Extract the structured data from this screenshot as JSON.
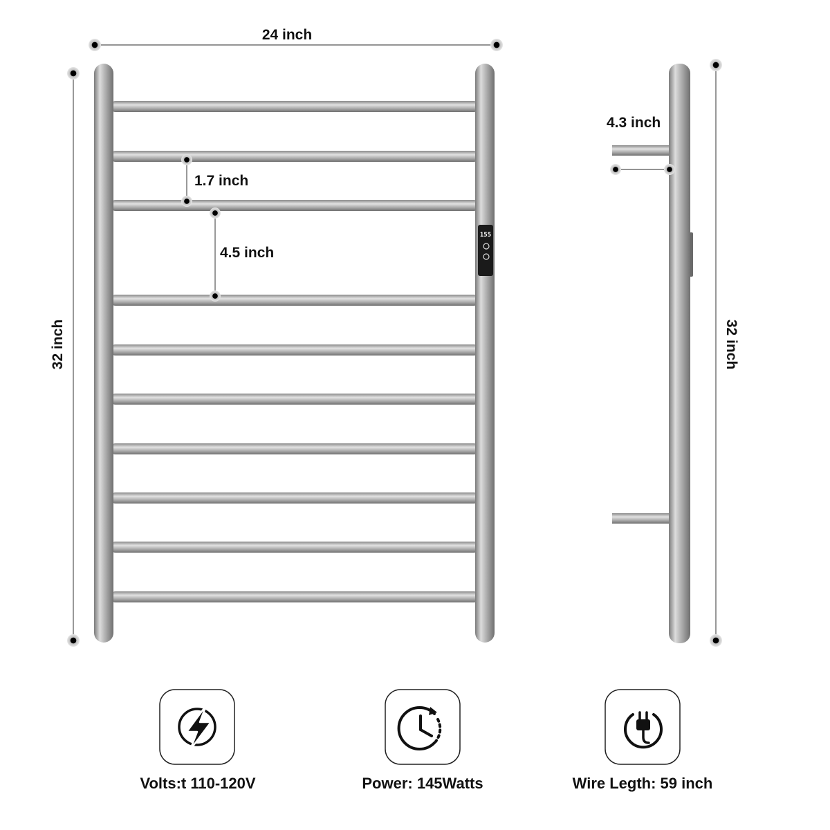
{
  "front_view": {
    "width_label": "24 inch",
    "height_label": "32 inch",
    "bar_gap_label": "1.7 inch",
    "bar_spacing_label": "4.5 inch",
    "bar_count": 10,
    "display_readout": "155"
  },
  "side_view": {
    "depth_label": "4.3 inch",
    "height_label": "32 inch"
  },
  "features": [
    {
      "icon": "lightning-bolt-icon",
      "label": "Volts:t 110-120V"
    },
    {
      "icon": "clock-timer-icon",
      "label": "Power: 145Watts"
    },
    {
      "icon": "power-plug-icon",
      "label": "Wire Legth: 59 inch"
    }
  ],
  "colors": {
    "metal_light": "#e6e6e6",
    "metal_mid": "#a9a9a9",
    "metal_dark": "#7b7b7b",
    "dimension_line": "#555555",
    "text": "#111111"
  }
}
